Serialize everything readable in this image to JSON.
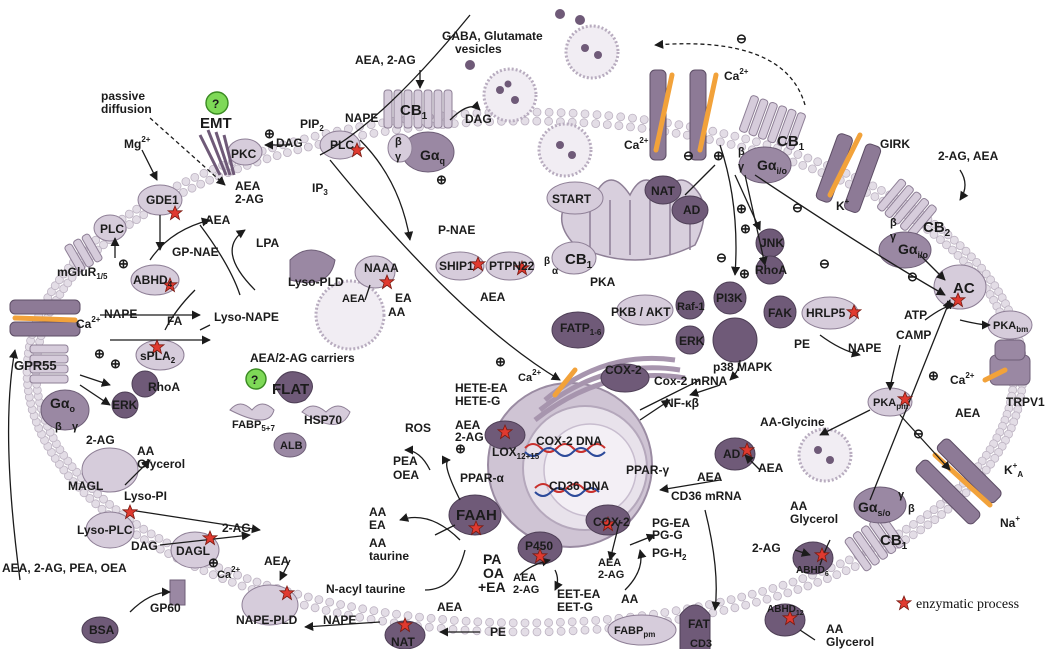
{
  "labels": {
    "gaba_glutamate": "GABA, Glutamate",
    "vesicles": "vesicles",
    "aea_2ag_top": "AEA, 2-AG",
    "ca2_top": "Ca",
    "sup_2plus": "2+",
    "passive": "passive",
    "diffusion": "diffusion",
    "emt": "EMT",
    "mg2": "Mg",
    "pip2": "PIP",
    "nape_top": "NAPE",
    "dag_top": "DAG",
    "dag_mid": "DAG",
    "pkc": "PKC",
    "plc_top": "PLC",
    "cb1": "CB",
    "cb2": "CB",
    "sub_1": "1",
    "sub_2": "2",
    "g_alpha_q": "Gα",
    "sub_q": "q",
    "beta": "β",
    "gamma": "γ",
    "alpha": "α",
    "aea_2ag_emt_1": "AEA",
    "aea_2ag_emt_2": "2-AG",
    "ip3": "IP",
    "sub_3": "3",
    "gde1": "GDE1",
    "plc_left": "PLC",
    "aea_left": "AEA",
    "gp_nae": "GP-NAE",
    "lpa": "LPA",
    "abhd4": "ABHD",
    "sub_4": "4",
    "mglur": "mGluR",
    "sub_15": "1/5",
    "lyso_pld": "Lyso-PLD",
    "naaa": "NAAA",
    "aea_naaa": "AEA",
    "ea": "EA",
    "aa_naaa": "AA",
    "ca2_left": "Ca",
    "nape_left": "NAPE",
    "fa": "FA",
    "lyso_nape": "Lyso-NAPE",
    "spla2": "sPLA",
    "sub_2b": "2",
    "gpr55": "GPR55",
    "g_alpha_o": "Gα",
    "sub_o": "o",
    "rhoa_left": "RhoA",
    "erk_left": "ERK",
    "carriers": "AEA/2-AG carriers",
    "flat": "FLAT",
    "fabp57": "FABP",
    "sub_57": "5+7",
    "hsp70": "HSP70",
    "alb": "ALB",
    "two_ag_magl": "2-AG",
    "aa_magl": "AA",
    "glycerol_magl": "Glycerol",
    "magl": "MAGL",
    "lyso_pi": "Lyso-PI",
    "lyso_plc": "Lyso-PLC",
    "two_ag_lyso": "2-AG",
    "dag_dagl": "DAG",
    "dagl": "DAGL",
    "ca2_dagl": "Ca",
    "aea_bottom_left": "AEA, 2-AG, PEA, OEA",
    "gp60": "GP60",
    "bsa": "BSA",
    "aea_napepld": "AEA",
    "nape_pld": "NAPE-PLD",
    "nape_bottom": "NAPE",
    "nat_bottom": "NAT",
    "pe_bottom": "PE",
    "n_acyl_taurine": "N-acyl taurine",
    "aea_bottom": "AEA",
    "aa_ea": "AA",
    "ea_out": "EA",
    "aa_taurine": "AA",
    "taurine": "taurine",
    "pea": "PEA",
    "oea": "OEA",
    "ros": "ROS",
    "hete_ea": "HETE-EA",
    "hete_g": "HETE-G",
    "aea_lox": "AEA",
    "two_ag_lox": "2-AG",
    "lox": "LOX",
    "sub_lox": "12+15",
    "ppar_alpha": "PPAR-α",
    "faah": "FAAH",
    "pa": "PA",
    "oa": "OA",
    "plus_ea": "+EA",
    "p450": "P450",
    "aea_p450": "AEA",
    "two_ag_p450": "2-AG",
    "eet_ea": "EET-EA",
    "eet_g": "EET-G",
    "cox2_dna": "COX-2 DNA",
    "cd36_dna": "CD36 DNA",
    "ppar_gamma": "PPAR-γ",
    "aea_ppar": "AEA",
    "cd36_mrna": "CD36 mRNA",
    "cox2_bottom": "COX-2",
    "pg_ea": "PG-EA",
    "pg_g": "PG-G",
    "aea_cox": "AEA",
    "two_ag_cox": "2-AG",
    "pg_h2": "PG-H",
    "sub_h2": "2",
    "aa_cox": "AA",
    "fabp_pm": "FABP",
    "sub_pm": "pm",
    "fat": "FAT",
    "cd3": "CD3",
    "fatp": "FATP",
    "sub_fatp": "1-6",
    "cox2_top": "COX-2",
    "cox2_mrna": "Cox-2 mRNA",
    "nfkb": "NF-κβ",
    "ca2_er": "Ca",
    "start": "START",
    "nat_top": "NAT",
    "ad_top": "AD",
    "p_nae": "P-NAE",
    "ship1": "SHIP1",
    "ptpn22": "PTPN22",
    "aea_ship": "AEA",
    "cb1_mid": "CB",
    "pka_mid": "PKA",
    "pkb_akt": "PKB / AKT",
    "raf1": "Raf-1",
    "erk_mid": "ERK",
    "pi3k": "PI3K",
    "p38": "p38 MAPK",
    "jnk": "JNK",
    "rhoa_mid": "RhoA",
    "fak": "FAK",
    "hrlp5": "HRLP5",
    "pe_mid": "PE",
    "nape_mid": "NAPE",
    "ca2_right": "Ca",
    "g_alpha_io": "Gα",
    "sub_io": "i/o",
    "girk": "GIRK",
    "k_plus": "K",
    "sup_plus": "+",
    "two_ag_aea_right": "2-AG, AEA",
    "cb2_right": "CB",
    "g_alpha_io2": "Gα",
    "ac": "AC",
    "atp": "ATP",
    "camp": "CAMP",
    "pka_bm": "PKA",
    "sub_bm": "bm",
    "ca2_trpv": "Ca",
    "aea_trpv": "AEA",
    "trpv1": "TRPV1",
    "pka_pm": "PKA",
    "sub_pm2": "pm",
    "ad_right": "AD",
    "aa_glycine": "AA-Glycine",
    "aea_ad": "AEA",
    "ka": "K",
    "sub_a": "A",
    "na": "Na",
    "g_alpha_so": "Gα",
    "sub_so": "s/o",
    "cb1_bottom": "CB",
    "aa_abhd6": "AA",
    "glycerol_abhd6": "Glycerol",
    "two_ag_abhd6": "2-AG",
    "abhd6": "ABHD",
    "sub_6": "6",
    "abhd12": "ABHD",
    "sub_12": "12",
    "aa_abhd12": "AA",
    "glycerol_abhd12": "Glycerol",
    "question": "?",
    "minus": "⊖",
    "plus": "⊕"
  },
  "legend": {
    "enzymatic": "enzymatic process"
  },
  "colors": {
    "membrane": "#e3dde6",
    "protein_dark": "#6f5a78",
    "protein_light": "#d6ccdb",
    "ion_channel_flow": "#f2a23a",
    "enzymatic_star": "#e03a2f",
    "unknown_transporter": "#7ed957"
  }
}
